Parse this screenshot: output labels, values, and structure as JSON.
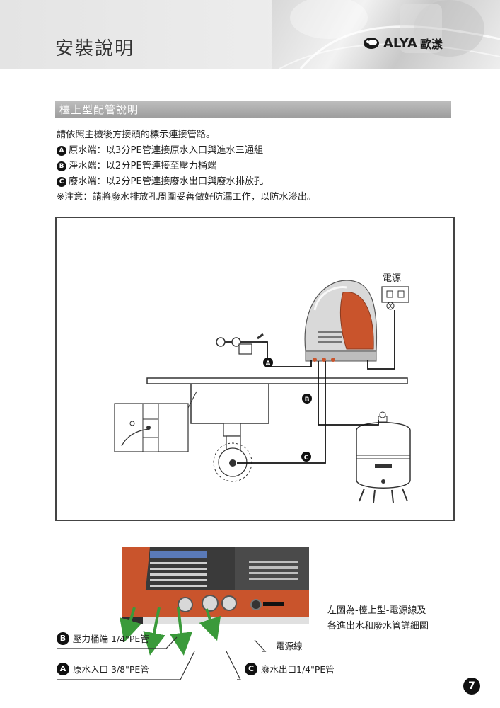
{
  "header": {
    "title": "安裝說明",
    "brand_name": "ALYA",
    "brand_cjk": "歐漾"
  },
  "section": {
    "title": "檯上型配管說明"
  },
  "instructions": {
    "intro": "請依照主機後方接頭的標示連接管路。",
    "items": [
      {
        "letter": "A",
        "text": "原水端：以3分PE管連接原水入口與進水三通組"
      },
      {
        "letter": "B",
        "text": "淨水端：以2分PE管連接至壓力桶端"
      },
      {
        "letter": "C",
        "text": "廢水端：以2分PE管連接廢水出口與廢水排放孔"
      }
    ],
    "note": "※注意：請將廢水排放孔周圍妥善做好防漏工作，以防水滲出。"
  },
  "diagram": {
    "power_label": "電源",
    "marker_a": "A",
    "marker_b": "B",
    "marker_c": "C"
  },
  "photo_callouts": {
    "b_letter": "B",
    "b_text": "壓力桶端 1/4\"PE管",
    "a_letter": "A",
    "a_text": "原水入口 3/8\"PE管",
    "c_letter": "C",
    "c_text": "廢水出口1/4\"PE管",
    "power_cord": "電源線"
  },
  "photo_caption": {
    "line1": "左圖為-檯上型-電源線及",
    "line2": "各進出水和廢水管詳細圖"
  },
  "page_number": "7",
  "colors": {
    "machine_orange": "#c9542c",
    "arrow_green": "#3a9a3a",
    "section_bar": "#a8a8a8"
  }
}
